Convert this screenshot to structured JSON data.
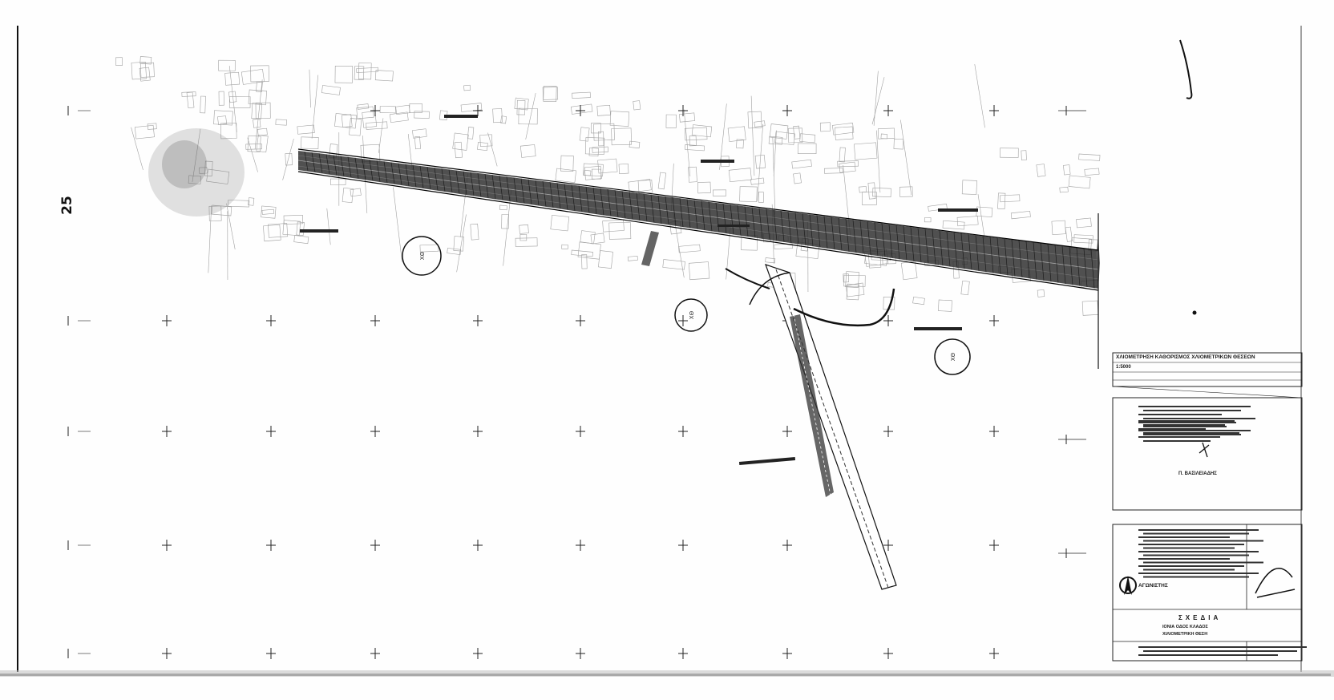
{
  "page": {
    "page_number": "25"
  },
  "title_block": {
    "header": "ΧΛΙΟΜΕΤΡΗΣΗ ΚΑΘΟΡΙΣΜΟΣ ΧΛΙΟΜΕΤΡΙΚΩΝ ΘΕΣΕΩΝ",
    "scale_note": "1:5000",
    "signatory": "Π. ΒΑΣΙΛΕΙΑΔΗΣ",
    "company": "ΑΓΩΝΙΣΤΗΣ",
    "drawing_title": "ΣΧΕΔΙΑ",
    "subtitle_line_1": "ΙΟΝΙΑ ΟΔΟΣ ΚΛΑΔΟΣ",
    "subtitle_line_2": "ΧΙΛΙΟΜΕΤΡΙΚΗ ΘΕΣΗ"
  },
  "colors": {
    "ink": "#1a1a1a",
    "paper": "#fefefe",
    "grid_cross": "#222222",
    "hatch": "#2a2a2a"
  },
  "icons": {
    "north_arrow": "north-arrow-icon",
    "company_logo": "company-logo-icon"
  }
}
